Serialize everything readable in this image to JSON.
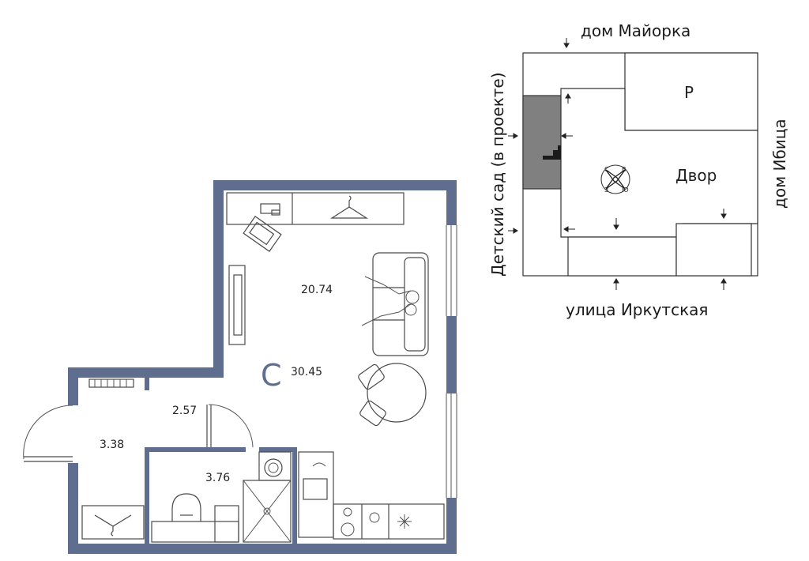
{
  "apartment": {
    "type_letter": "С",
    "total_area": "30.45",
    "rooms": {
      "living": "20.74",
      "hall": "2.57",
      "entrance": "3.38",
      "bathroom": "3.76"
    }
  },
  "site_plan": {
    "north_label": "дом Майорка",
    "east_label": "дом Ибица",
    "south_label": "улица Иркутская",
    "west_label": "Детский сад (в проекте)",
    "parking_label": "Р",
    "yard_label": "Двор",
    "compass_letters": [
      "С",
      "В",
      "Ю",
      "З"
    ]
  },
  "colors": {
    "wall": "#5f6d8f",
    "kindergarten": "#808080",
    "line": "#333333"
  }
}
